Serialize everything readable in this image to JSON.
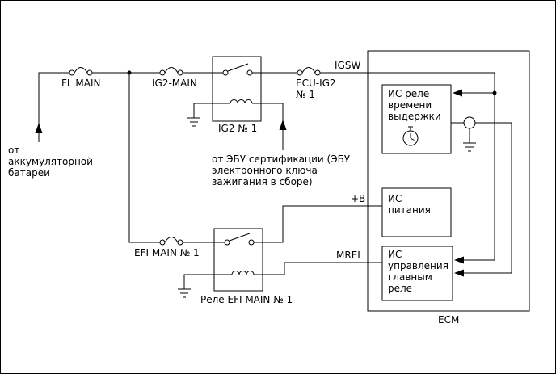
{
  "labels": {
    "fl_main": "FL MAIN",
    "ig2_main": "IG2-MAIN",
    "ig2_relay": "IG2 № 1",
    "ecu_ig2": [
      "ECU-IG2",
      "№ 1"
    ],
    "igsw": "IGSW",
    "efi_main_fuse": "EFI MAIN № 1",
    "efi_main_relay": "Реле EFI MAIN № 1",
    "plus_b": "+B",
    "mrel": "MREL",
    "ecm": "ECM"
  },
  "notes": {
    "battery": [
      "от",
      "аккумуляторной",
      "батареи"
    ],
    "cert_ecu": [
      "от ЭБУ сертификации (ЭБУ",
      "электронного ключа",
      "зажигания в сборе)"
    ]
  },
  "ecm_blocks": {
    "timer_ic": [
      "ИС реле",
      "времени",
      "выдержки"
    ],
    "power_ic": [
      "ИС",
      "питания"
    ],
    "main_relay_ic": [
      "ИС",
      "управления",
      "главным",
      "реле"
    ]
  },
  "icons": {
    "stopwatch": "stopwatch-icon",
    "ground": "ground-icon",
    "fuse": "fuse-icon",
    "relay_coil": "coil-icon",
    "relay_contact": "switch-contact-icon"
  },
  "colors": {
    "line": "#000000",
    "background": "#ffffff"
  }
}
